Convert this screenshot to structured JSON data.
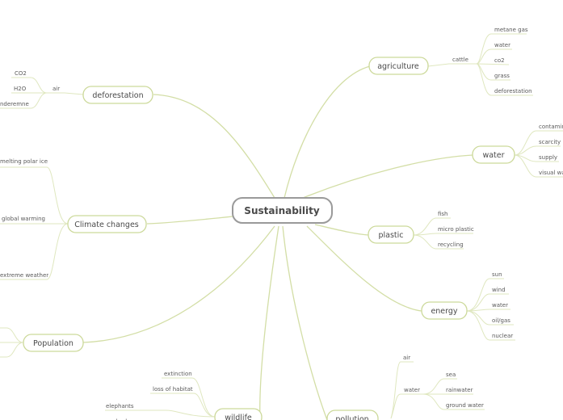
{
  "central": "Sustainability",
  "branches": {
    "agriculture": {
      "label": "agriculture",
      "sub": "cattle",
      "items": [
        "metane gas",
        "water",
        "co2",
        "grass",
        "deforestation"
      ]
    },
    "water": {
      "label": "water",
      "items": [
        "contamin",
        "scarcity",
        "supply",
        "visual wa"
      ]
    },
    "plastic": {
      "label": "plastic",
      "items": [
        "fish",
        "micro plastic",
        "recycling"
      ]
    },
    "energy": {
      "label": "energy",
      "items": [
        "sun",
        "wind",
        "water",
        "oil/gas",
        "nuclear"
      ]
    },
    "pollution": {
      "label": "pollution",
      "items": [
        "air",
        "water"
      ],
      "water_items": [
        "sea",
        "rainwater",
        "ground water"
      ]
    },
    "wildlife": {
      "label": "wildlife",
      "items": [
        "extinction",
        "loss of habitat",
        "elephants",
        "sharks"
      ]
    },
    "deforestation": {
      "label": "deforestation",
      "sub": "air",
      "items": [
        "CO2",
        "H2O",
        "nderemne"
      ]
    },
    "climate": {
      "label": "Climate changes",
      "items": [
        "melting polar ice",
        "global warming",
        "extreme weather"
      ]
    },
    "population": {
      "label": "Population"
    }
  }
}
